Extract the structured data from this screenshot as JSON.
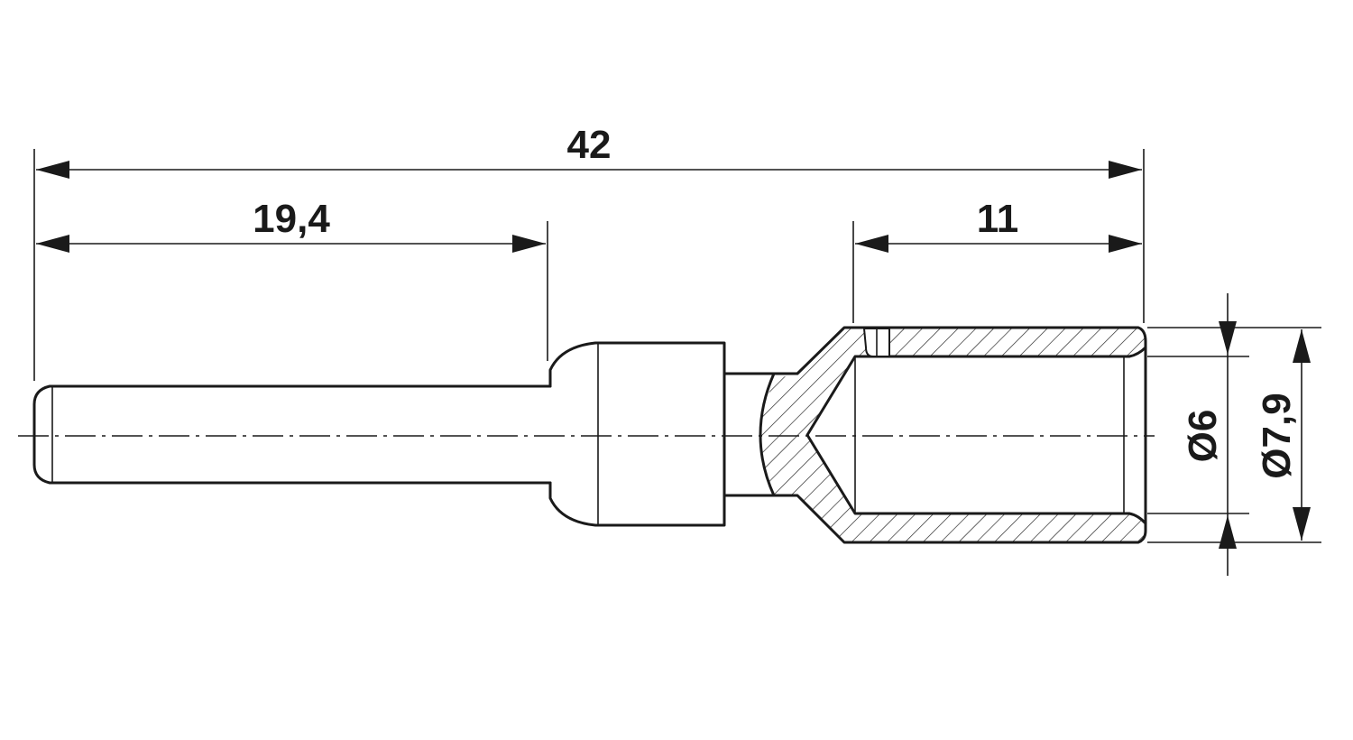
{
  "dimensions": {
    "overall_length": "42",
    "pin_length": "19,4",
    "crimp_length": "11",
    "inner_diameter": "Ø6",
    "outer_diameter": "Ø7,9"
  },
  "colors": {
    "line": "#1a1a1a",
    "background": "#ffffff"
  }
}
